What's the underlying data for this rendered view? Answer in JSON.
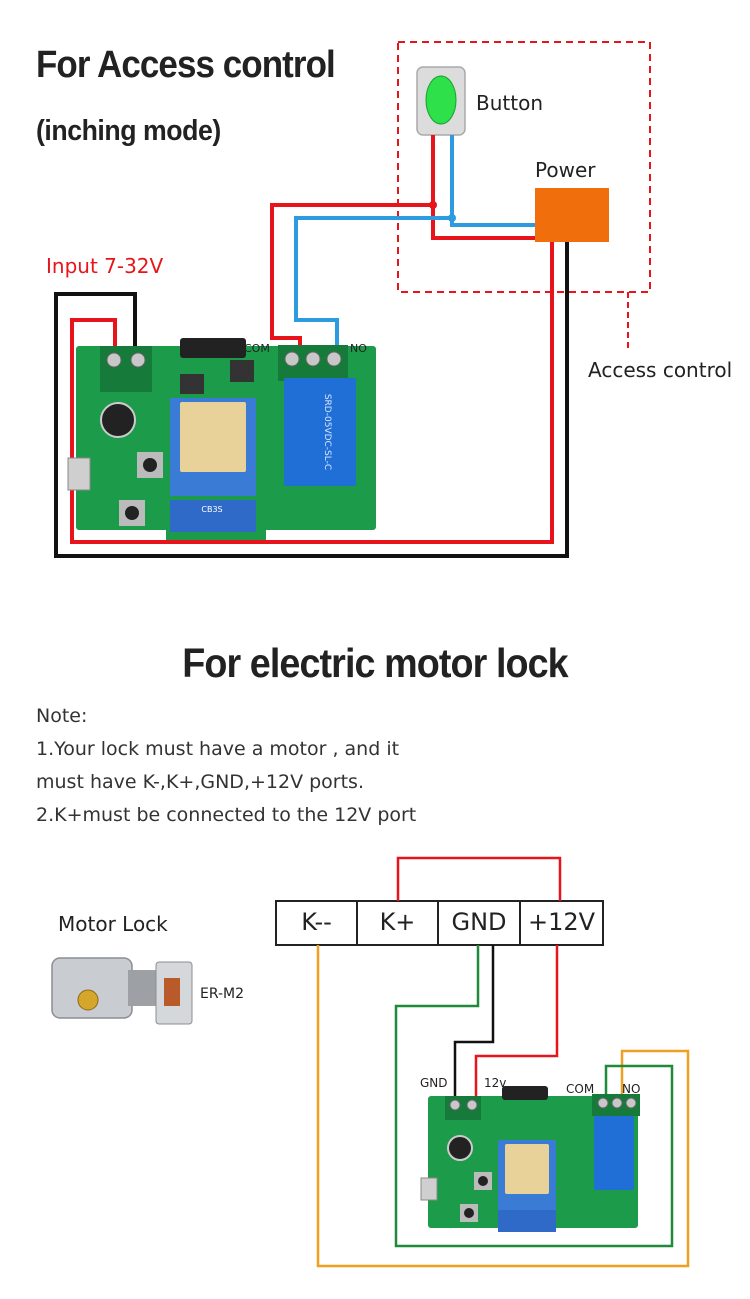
{
  "section1": {
    "title": "For Access control",
    "subtitle": "(inching mode)",
    "button_label": "Button",
    "power_label": "Power",
    "input_label": "Input 7-32V",
    "access_label": "Access control",
    "com_label": "COM",
    "no_label": "NO",
    "relay_text": "SRD-05VDC-SL-C",
    "module_text": "CB3S"
  },
  "section2": {
    "title": "For electric motor lock",
    "note_heading": "Note:",
    "note_line1": "1.Your lock must have a motor , and it",
    "note_line2": "must have K-,K+,GND,+12V ports.",
    "note_line3": "2.K+must be connected to the 12V port",
    "motor_lock_label": "Motor Lock",
    "lock_model": "ER-M2",
    "ports": [
      "K--",
      "K+",
      "GND",
      "+12V"
    ],
    "gnd_label": "GND",
    "v12_label": "12v",
    "com_label": "COM",
    "no_label": "NO"
  },
  "colors": {
    "wire_red": "#e8141c",
    "wire_black": "#111111",
    "wire_blue": "#2c9be0",
    "wire_orange": "#f0a020",
    "wire_green": "#1f8a3a",
    "board_green": "#1c9b4a",
    "relay_blue": "#1f6fd6",
    "power_orange": "#f06e0c",
    "button_green": "#2ee04a"
  }
}
